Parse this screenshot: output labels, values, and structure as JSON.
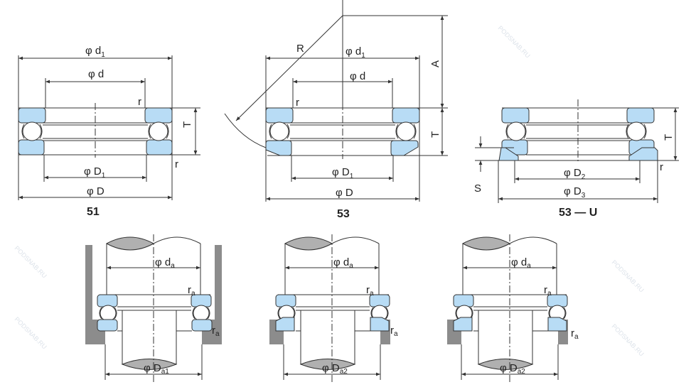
{
  "watermark": "PODSNAB.RU",
  "colors": {
    "ring": "#b8dcf5",
    "housing": "#8c8c8c",
    "shaft_cut": "#b0b0b0",
    "line": "#333333"
  },
  "top": {
    "b51": {
      "caption": "51",
      "d1": {
        "m": "φ d",
        "s": "1"
      },
      "d": {
        "m": "φ d"
      },
      "D1": {
        "m": "φ D",
        "s": "1"
      },
      "D": {
        "m": "φ D"
      },
      "T": "T",
      "r_top": "r",
      "r_bottom": "r"
    },
    "b53": {
      "caption": "53",
      "d1": {
        "m": "φ d",
        "s": "1"
      },
      "d": {
        "m": "φ d"
      },
      "D1": {
        "m": "φ D",
        "s": "1"
      },
      "D": {
        "m": "φ D"
      },
      "T": "T",
      "A": "A",
      "R": "R",
      "r": "r"
    },
    "b53u": {
      "caption": "53 — U",
      "D2": {
        "m": "φ D",
        "s": "2"
      },
      "D3": {
        "m": "φ D",
        "s": "3"
      },
      "T": "T",
      "S": "S",
      "r": "r"
    }
  },
  "bottom": [
    {
      "da": {
        "m": "φ d",
        "s": "a"
      },
      "Da": {
        "m": "φ D",
        "s": "a1"
      },
      "ra_top": {
        "m": "r",
        "s": "a"
      },
      "ra_bottom": {
        "m": "r",
        "s": "a"
      }
    },
    {
      "da": {
        "m": "φ d",
        "s": "a"
      },
      "Da": {
        "m": "φ D",
        "s": "a2"
      },
      "ra_top": {
        "m": "r",
        "s": "a"
      },
      "ra_bottom": {
        "m": "r",
        "s": "a"
      }
    },
    {
      "da": {
        "m": "φ d",
        "s": "a"
      },
      "Da": {
        "m": "φ D",
        "s": "a2"
      },
      "ra_top": {
        "m": "r",
        "s": "a"
      },
      "ra_bottom": {
        "m": "r",
        "s": "a"
      }
    }
  ]
}
